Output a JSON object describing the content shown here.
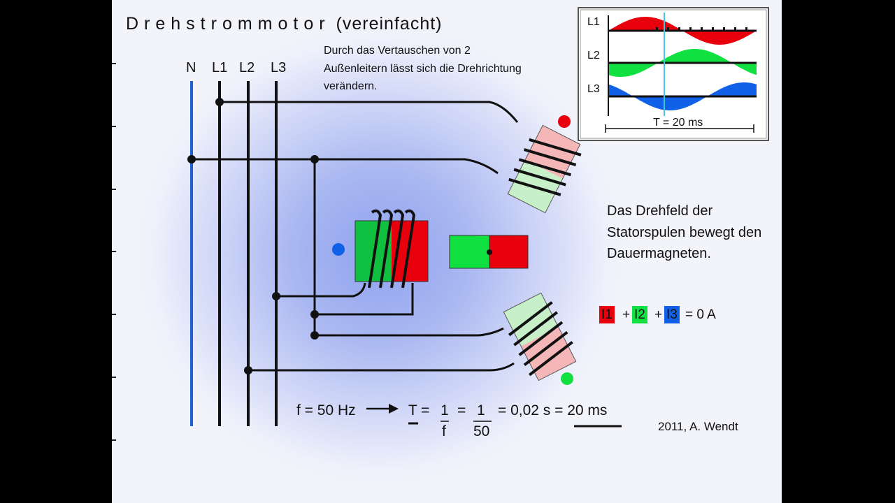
{
  "title": {
    "spaced": "Drehstrommotor",
    "rest": "(vereinfacht)"
  },
  "conductors": {
    "n": "N",
    "l1": "L1",
    "l2": "L2",
    "l3": "L3"
  },
  "note": "Durch das Vertauschen von 2 Außenleitern lässt sich die Drehrichtung verändern.",
  "waveform": {
    "l1": "L1",
    "l2": "L2",
    "l3": "L3",
    "period": "T = 20 ms"
  },
  "description": "Das Drehfeld der Statorspulen bewegt den Dauermagneten.",
  "current_sum": {
    "i1": "I1",
    "plus1": "+",
    "i2": "I2",
    "plus2": "+",
    "i3": "I3",
    "result": "= 0 A"
  },
  "formula": {
    "f": "f = 50 Hz",
    "T": "T",
    "eq1": "=",
    "one_a": "1",
    "f_den": "f",
    "eq2": "=",
    "one_b": "1",
    "fifty": "50",
    "result": "= 0,02 s = 20 ms"
  },
  "credit": "2011, A. Wendt",
  "colors": {
    "l1": "#e8000c",
    "l2": "#10e040",
    "l3": "#1060e8",
    "n": "#2060d0",
    "pink": "#f4b6b6",
    "lightgreen": "#c8f0c8"
  }
}
